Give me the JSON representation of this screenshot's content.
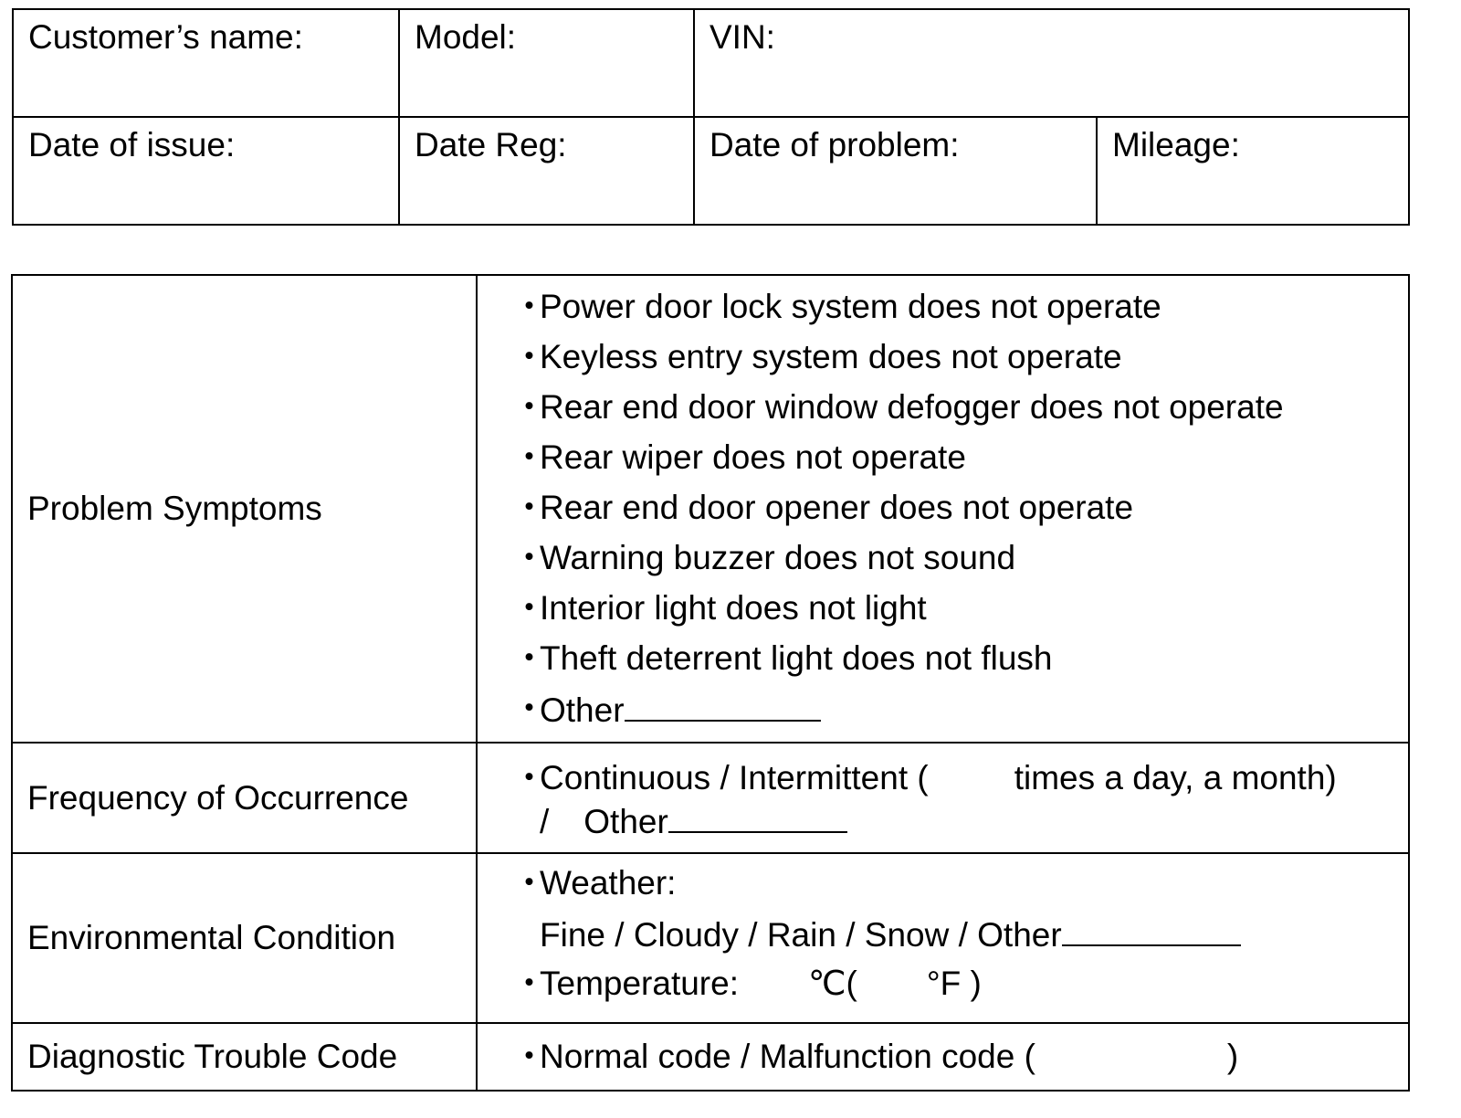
{
  "customer_info": {
    "customers_name": "Customer’s name:",
    "model": "Model:",
    "vin": "VIN:",
    "date_of_issue": "Date of issue:",
    "date_reg": "Date Reg:",
    "date_of_problem": "Date of problem:",
    "mileage": "Mileage:"
  },
  "bullet": "・",
  "problem_symptoms": {
    "label": "Problem Symptoms",
    "items": [
      "Power door lock system does not operate",
      "Keyless entry system does not operate",
      "Rear end door window defogger does not operate",
      "Rear wiper does not operate",
      "Rear end door opener does not operate",
      "Warning buzzer does not sound",
      "Interior light does not light",
      "Theft deterrent light does not flush"
    ],
    "other": "Other"
  },
  "frequency": {
    "label": "Frequency of Occurrence",
    "line1_a": "Continuous / Intermittent (",
    "line1_b": "times a day, a month)",
    "line2_slash": "/",
    "line2_other": "Other"
  },
  "environment": {
    "label": "Environmental Condition",
    "weather_label": "Weather:",
    "weather_options": "Fine / Cloudy / Rain / Snow / Other",
    "temperature_label": "Temperature:",
    "celsius": "℃(",
    "fahrenheit": "°F )"
  },
  "dtc": {
    "label": "Diagnostic Trouble Code",
    "text": "Normal code / Malfunction code (",
    "close": ")"
  }
}
